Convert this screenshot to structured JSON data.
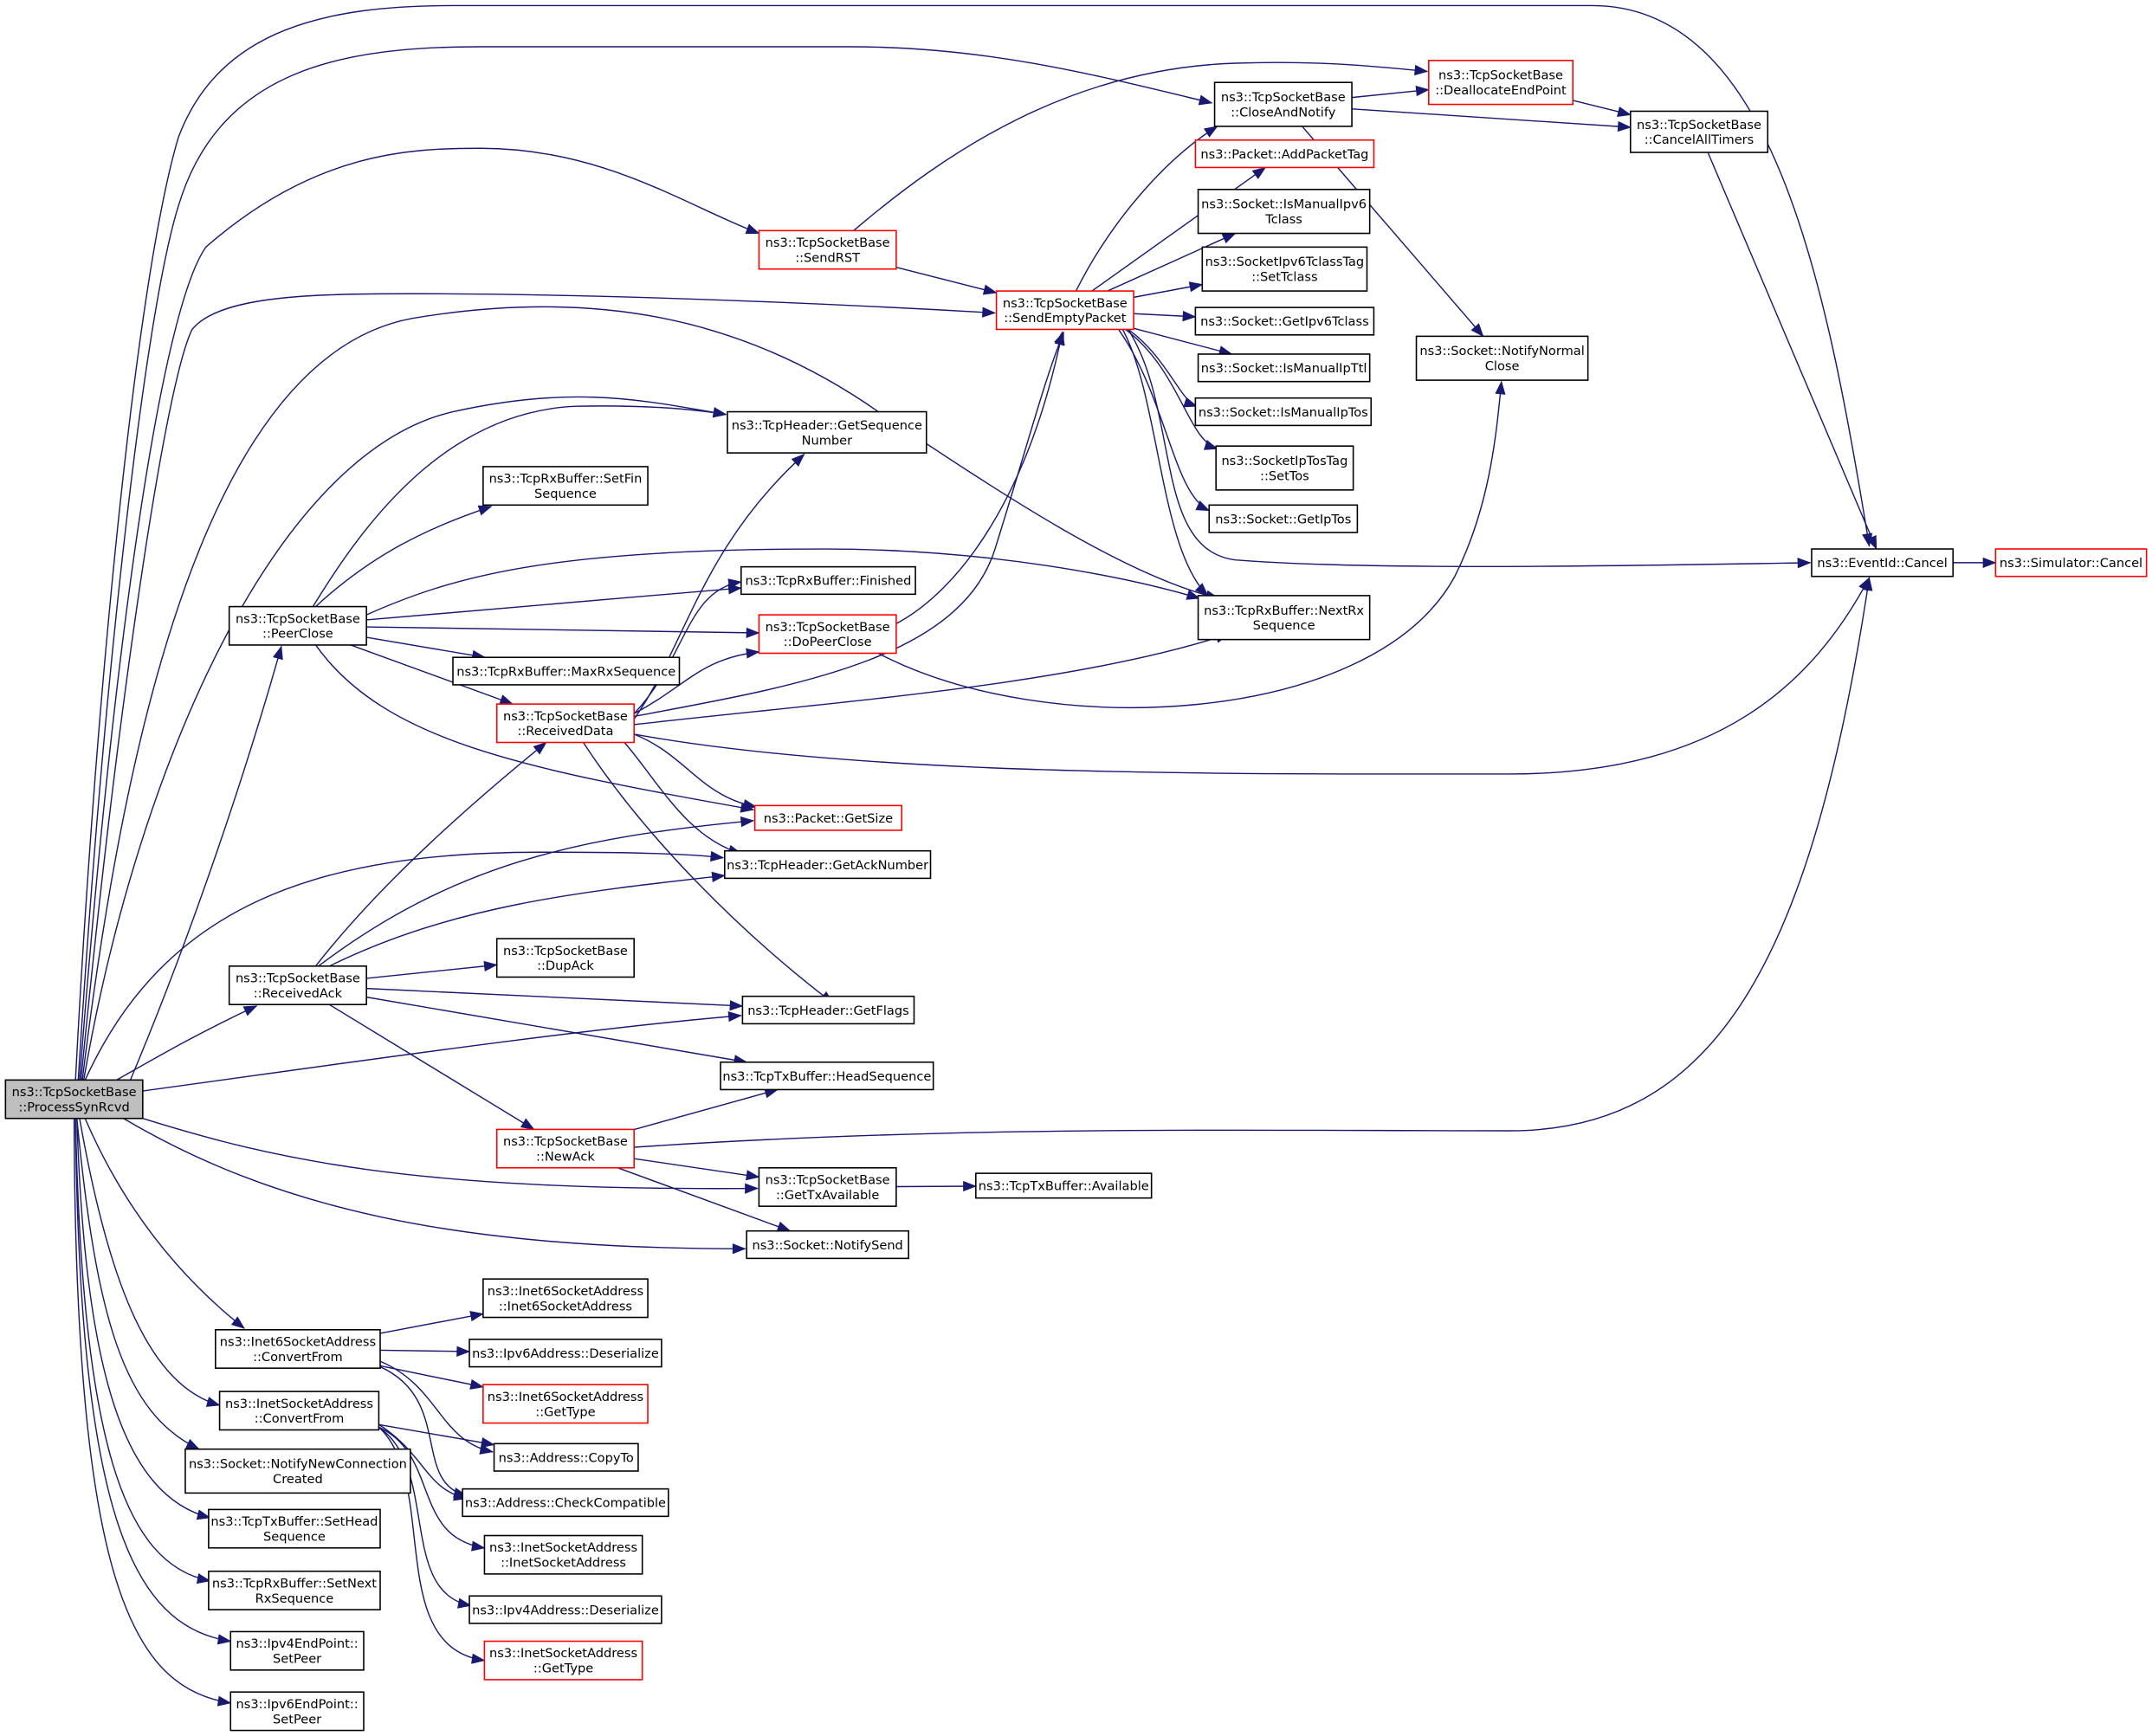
{
  "graph": {
    "title": "ns3::TcpSocketBase::ProcessSynRcvd call graph",
    "colors": {
      "edge": "#191970",
      "root_fill": "#bfbfbf",
      "node_fill": "#ffffff",
      "node_border": "#000000",
      "undocumented_border": "#ff0000"
    },
    "nodes": [
      {
        "id": "ProcessSynRcvd",
        "lines": [
          "ns3::TcpSocketBase",
          "::ProcessSynRcvd"
        ],
        "kind": "root"
      },
      {
        "id": "CloseAndNotify",
        "lines": [
          "ns3::TcpSocketBase",
          "::CloseAndNotify"
        ],
        "kind": "normal"
      },
      {
        "id": "DeallocateEndPoint",
        "lines": [
          "ns3::TcpSocketBase",
          "::DeallocateEndPoint"
        ],
        "kind": "red"
      },
      {
        "id": "CancelAllTimers",
        "lines": [
          "ns3::TcpSocketBase",
          "::CancelAllTimers"
        ],
        "kind": "normal"
      },
      {
        "id": "AddPacketTag",
        "lines": [
          "ns3::Packet::AddPacketTag"
        ],
        "kind": "red"
      },
      {
        "id": "IsManualIpv6Tclass",
        "lines": [
          "ns3::Socket::IsManualIpv6",
          "Tclass"
        ],
        "kind": "normal"
      },
      {
        "id": "SetTclass",
        "lines": [
          "ns3::SocketIpv6TclassTag",
          "::SetTclass"
        ],
        "kind": "normal"
      },
      {
        "id": "GetIpv6Tclass",
        "lines": [
          "ns3::Socket::GetIpv6Tclass"
        ],
        "kind": "normal"
      },
      {
        "id": "IsManualIpTtl",
        "lines": [
          "ns3::Socket::IsManualIpTtl"
        ],
        "kind": "normal"
      },
      {
        "id": "IsManualIpTos",
        "lines": [
          "ns3::Socket::IsManualIpTos"
        ],
        "kind": "normal"
      },
      {
        "id": "SetTos",
        "lines": [
          "ns3::SocketIpTosTag",
          "::SetTos"
        ],
        "kind": "normal"
      },
      {
        "id": "GetIpTos",
        "lines": [
          "ns3::Socket::GetIpTos"
        ],
        "kind": "normal"
      },
      {
        "id": "NextRxSequence",
        "lines": [
          "ns3::TcpRxBuffer::NextRx",
          "Sequence"
        ],
        "kind": "normal"
      },
      {
        "id": "NotifyNormalClose",
        "lines": [
          "ns3::Socket::NotifyNormal",
          "Close"
        ],
        "kind": "normal"
      },
      {
        "id": "EventIdCancel",
        "lines": [
          "ns3::EventId::Cancel"
        ],
        "kind": "normal"
      },
      {
        "id": "SimulatorCancel",
        "lines": [
          "ns3::Simulator::Cancel"
        ],
        "kind": "red"
      },
      {
        "id": "SendRST",
        "lines": [
          "ns3::TcpSocketBase",
          "::SendRST"
        ],
        "kind": "red"
      },
      {
        "id": "SendEmptyPacket",
        "lines": [
          "ns3::TcpSocketBase",
          "::SendEmptyPacket"
        ],
        "kind": "red"
      },
      {
        "id": "GetSequenceNumber",
        "lines": [
          "ns3::TcpHeader::GetSequence",
          "Number"
        ],
        "kind": "normal"
      },
      {
        "id": "SetFinSequence",
        "lines": [
          "ns3::TcpRxBuffer::SetFin",
          "Sequence"
        ],
        "kind": "normal"
      },
      {
        "id": "Finished",
        "lines": [
          "ns3::TcpRxBuffer::Finished"
        ],
        "kind": "normal"
      },
      {
        "id": "PeerClose",
        "lines": [
          "ns3::TcpSocketBase",
          "::PeerClose"
        ],
        "kind": "normal"
      },
      {
        "id": "DoPeerClose",
        "lines": [
          "ns3::TcpSocketBase",
          "::DoPeerClose"
        ],
        "kind": "red"
      },
      {
        "id": "MaxRxSequence",
        "lines": [
          "ns3::TcpRxBuffer::MaxRxSequence"
        ],
        "kind": "normal"
      },
      {
        "id": "ReceivedData",
        "lines": [
          "ns3::TcpSocketBase",
          "::ReceivedData"
        ],
        "kind": "red"
      },
      {
        "id": "GetSize",
        "lines": [
          "ns3::Packet::GetSize"
        ],
        "kind": "red"
      },
      {
        "id": "GetAckNumber",
        "lines": [
          "ns3::TcpHeader::GetAckNumber"
        ],
        "kind": "normal"
      },
      {
        "id": "DupAck",
        "lines": [
          "ns3::TcpSocketBase",
          "::DupAck"
        ],
        "kind": "normal"
      },
      {
        "id": "ReceivedAck",
        "lines": [
          "ns3::TcpSocketBase",
          "::ReceivedAck"
        ],
        "kind": "normal"
      },
      {
        "id": "GetFlags",
        "lines": [
          "ns3::TcpHeader::GetFlags"
        ],
        "kind": "normal"
      },
      {
        "id": "HeadSequence",
        "lines": [
          "ns3::TcpTxBuffer::HeadSequence"
        ],
        "kind": "normal"
      },
      {
        "id": "NewAck",
        "lines": [
          "ns3::TcpSocketBase",
          "::NewAck"
        ],
        "kind": "red"
      },
      {
        "id": "GetTxAvailable",
        "lines": [
          "ns3::TcpSocketBase",
          "::GetTxAvailable"
        ],
        "kind": "normal"
      },
      {
        "id": "TxAvailable",
        "lines": [
          "ns3::TcpTxBuffer::Available"
        ],
        "kind": "normal"
      },
      {
        "id": "NotifySend",
        "lines": [
          "ns3::Socket::NotifySend"
        ],
        "kind": "normal"
      },
      {
        "id": "Inet6ConvertFrom",
        "lines": [
          "ns3::Inet6SocketAddress",
          "::ConvertFrom"
        ],
        "kind": "normal"
      },
      {
        "id": "Inet6Ctor",
        "lines": [
          "ns3::Inet6SocketAddress",
          "::Inet6SocketAddress"
        ],
        "kind": "normal"
      },
      {
        "id": "Ipv6Deserialize",
        "lines": [
          "ns3::Ipv6Address::Deserialize"
        ],
        "kind": "normal"
      },
      {
        "id": "Inet6GetType",
        "lines": [
          "ns3::Inet6SocketAddress",
          "::GetType"
        ],
        "kind": "red"
      },
      {
        "id": "InetConvertFrom",
        "lines": [
          "ns3::InetSocketAddress",
          "::ConvertFrom"
        ],
        "kind": "normal"
      },
      {
        "id": "CopyTo",
        "lines": [
          "ns3::Address::CopyTo"
        ],
        "kind": "normal"
      },
      {
        "id": "NotifyNewConnectionCreated",
        "lines": [
          "ns3::Socket::NotifyNewConnection",
          "Created"
        ],
        "kind": "normal"
      },
      {
        "id": "CheckCompatible",
        "lines": [
          "ns3::Address::CheckCompatible"
        ],
        "kind": "normal"
      },
      {
        "id": "SetHeadSequence",
        "lines": [
          "ns3::TcpTxBuffer::SetHead",
          "Sequence"
        ],
        "kind": "normal"
      },
      {
        "id": "InetCtor",
        "lines": [
          "ns3::InetSocketAddress",
          "::InetSocketAddress"
        ],
        "kind": "normal"
      },
      {
        "id": "SetNextRxSequence",
        "lines": [
          "ns3::TcpRxBuffer::SetNext",
          "RxSequence"
        ],
        "kind": "normal"
      },
      {
        "id": "Ipv4Deserialize",
        "lines": [
          "ns3::Ipv4Address::Deserialize"
        ],
        "kind": "normal"
      },
      {
        "id": "Ipv4SetPeer",
        "lines": [
          "ns3::Ipv4EndPoint::",
          "SetPeer"
        ],
        "kind": "normal"
      },
      {
        "id": "InetGetType",
        "lines": [
          "ns3::InetSocketAddress",
          "::GetType"
        ],
        "kind": "red"
      },
      {
        "id": "Ipv6SetPeer",
        "lines": [
          "ns3::Ipv6EndPoint::",
          "SetPeer"
        ],
        "kind": "normal"
      }
    ],
    "edges": [
      [
        "ProcessSynRcvd",
        "EventIdCancel"
      ],
      [
        "ProcessSynRcvd",
        "CloseAndNotify"
      ],
      [
        "ProcessSynRcvd",
        "SendRST"
      ],
      [
        "ProcessSynRcvd",
        "SendEmptyPacket"
      ],
      [
        "ProcessSynRcvd",
        "NextRxSequence"
      ],
      [
        "ProcessSynRcvd",
        "GetSequenceNumber"
      ],
      [
        "ProcessSynRcvd",
        "PeerClose"
      ],
      [
        "ProcessSynRcvd",
        "GetAckNumber"
      ],
      [
        "ProcessSynRcvd",
        "ReceivedAck"
      ],
      [
        "ProcessSynRcvd",
        "GetFlags"
      ],
      [
        "ProcessSynRcvd",
        "GetTxAvailable"
      ],
      [
        "ProcessSynRcvd",
        "NotifySend"
      ],
      [
        "ProcessSynRcvd",
        "Inet6ConvertFrom"
      ],
      [
        "ProcessSynRcvd",
        "InetConvertFrom"
      ],
      [
        "ProcessSynRcvd",
        "NotifyNewConnectionCreated"
      ],
      [
        "ProcessSynRcvd",
        "SetHeadSequence"
      ],
      [
        "ProcessSynRcvd",
        "SetNextRxSequence"
      ],
      [
        "ProcessSynRcvd",
        "Ipv4SetPeer"
      ],
      [
        "ProcessSynRcvd",
        "Ipv6SetPeer"
      ],
      [
        "CloseAndNotify",
        "DeallocateEndPoint"
      ],
      [
        "CloseAndNotify",
        "CancelAllTimers"
      ],
      [
        "CloseAndNotify",
        "NotifyNormalClose"
      ],
      [
        "DeallocateEndPoint",
        "CancelAllTimers"
      ],
      [
        "CancelAllTimers",
        "EventIdCancel"
      ],
      [
        "SendRST",
        "DeallocateEndPoint"
      ],
      [
        "SendRST",
        "SendEmptyPacket"
      ],
      [
        "SendEmptyPacket",
        "CloseAndNotify"
      ],
      [
        "SendEmptyPacket",
        "AddPacketTag"
      ],
      [
        "SendEmptyPacket",
        "IsManualIpv6Tclass"
      ],
      [
        "SendEmptyPacket",
        "SetTclass"
      ],
      [
        "SendEmptyPacket",
        "GetIpv6Tclass"
      ],
      [
        "SendEmptyPacket",
        "IsManualIpTtl"
      ],
      [
        "SendEmptyPacket",
        "IsManualIpTos"
      ],
      [
        "SendEmptyPacket",
        "SetTos"
      ],
      [
        "SendEmptyPacket",
        "GetIpTos"
      ],
      [
        "SendEmptyPacket",
        "NextRxSequence"
      ],
      [
        "SendEmptyPacket",
        "EventIdCancel"
      ],
      [
        "EventIdCancel",
        "SimulatorCancel"
      ],
      [
        "PeerClose",
        "GetSequenceNumber"
      ],
      [
        "PeerClose",
        "SetFinSequence"
      ],
      [
        "PeerClose",
        "NextRxSequence"
      ],
      [
        "PeerClose",
        "Finished"
      ],
      [
        "PeerClose",
        "DoPeerClose"
      ],
      [
        "PeerClose",
        "MaxRxSequence"
      ],
      [
        "PeerClose",
        "ReceivedData"
      ],
      [
        "PeerClose",
        "GetSize"
      ],
      [
        "DoPeerClose",
        "SendEmptyPacket"
      ],
      [
        "DoPeerClose",
        "NotifyNormalClose"
      ],
      [
        "ReceivedData",
        "GetSequenceNumber"
      ],
      [
        "ReceivedData",
        "Finished"
      ],
      [
        "ReceivedData",
        "DoPeerClose"
      ],
      [
        "ReceivedData",
        "SendEmptyPacket"
      ],
      [
        "ReceivedData",
        "NextRxSequence"
      ],
      [
        "ReceivedData",
        "EventIdCancel"
      ],
      [
        "ReceivedData",
        "GetSize"
      ],
      [
        "ReceivedData",
        "GetAckNumber"
      ],
      [
        "ReceivedData",
        "GetFlags"
      ],
      [
        "ReceivedAck",
        "ReceivedData"
      ],
      [
        "ReceivedAck",
        "GetSize"
      ],
      [
        "ReceivedAck",
        "GetAckNumber"
      ],
      [
        "ReceivedAck",
        "DupAck"
      ],
      [
        "ReceivedAck",
        "GetFlags"
      ],
      [
        "ReceivedAck",
        "HeadSequence"
      ],
      [
        "ReceivedAck",
        "NewAck"
      ],
      [
        "NewAck",
        "HeadSequence"
      ],
      [
        "NewAck",
        "EventIdCancel"
      ],
      [
        "NewAck",
        "GetTxAvailable"
      ],
      [
        "NewAck",
        "NotifySend"
      ],
      [
        "GetTxAvailable",
        "TxAvailable"
      ],
      [
        "Inet6ConvertFrom",
        "Inet6Ctor"
      ],
      [
        "Inet6ConvertFrom",
        "Ipv6Deserialize"
      ],
      [
        "Inet6ConvertFrom",
        "Inet6GetType"
      ],
      [
        "Inet6ConvertFrom",
        "CopyTo"
      ],
      [
        "Inet6ConvertFrom",
        "CheckCompatible"
      ],
      [
        "InetConvertFrom",
        "CopyTo"
      ],
      [
        "InetConvertFrom",
        "CheckCompatible"
      ],
      [
        "InetConvertFrom",
        "InetCtor"
      ],
      [
        "InetConvertFrom",
        "Ipv4Deserialize"
      ],
      [
        "InetConvertFrom",
        "InetGetType"
      ]
    ]
  }
}
